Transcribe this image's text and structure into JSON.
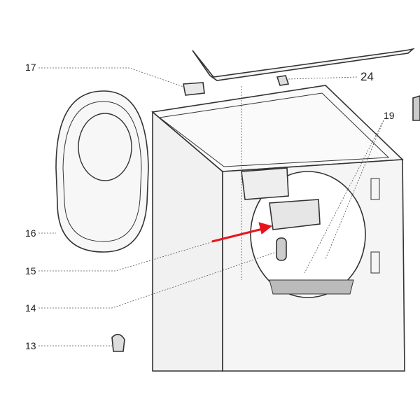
{
  "callouts": {
    "c17": "17",
    "c24": "24",
    "c19": "19",
    "c16": "16",
    "c15": "15",
    "c14": "14",
    "c13": "13"
  },
  "colors": {
    "arrow": "#e8141b",
    "line": "#333333"
  }
}
